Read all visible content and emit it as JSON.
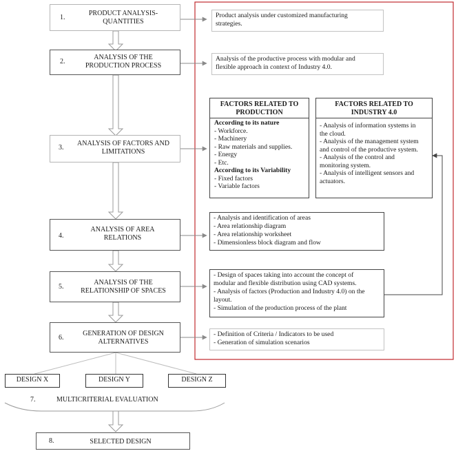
{
  "steps": [
    {
      "num": "1.",
      "title": "PRODUCT ANALYSIS-\nQUANTITIES"
    },
    {
      "num": "2.",
      "title": "ANALYSIS OF THE\nPRODUCTION PROCESS"
    },
    {
      "num": "3.",
      "title": "ANALYSIS OF FACTORS AND\nLIMITATIONS"
    },
    {
      "num": "4.",
      "title": "ANALYSIS OF AREA\nRELATIONS"
    },
    {
      "num": "5.",
      "title": "ANALYSIS OF THE\nRELATIONSHIP OF SPACES"
    },
    {
      "num": "6.",
      "title": "GENERATION OF DESIGN\nALTERNATIVES"
    },
    {
      "num": "7.",
      "title": "MULTICRITERIAL EVALUATION"
    },
    {
      "num": "8.",
      "title": "SELECTED DESIGN"
    }
  ],
  "descriptions": {
    "d1": "Product analysis under customized manufacturing\nstrategies.",
    "d2": "Analysis of the productive process with modular and\nflexible approach in context of Industry 4.0.",
    "d4": "- Analysis and identification of areas\n- Area relationship diagram\n- Area relationship worksheet\n- Dimensionless block diagram and flow",
    "d5": "- Design of spaces taking into account the concept of\nmodular and flexible distribution using CAD systems.\n- Analysis of factors (Production and Industry 4.0) on the\nlayout.\n- Simulation of the production process of the plant",
    "d6": "- Definition of Criteria / Indicators to be used\n- Generation of simulation scenarios"
  },
  "factors_production": {
    "header": "FACTORS RELATED TO\nPRODUCTION",
    "nature_label": "According to its nature",
    "nature_items": [
      "- Workforce.",
      "- Machinery",
      "- Raw materials and supplies.",
      "- Energy",
      "- Etc."
    ],
    "variability_label": "According to its Variability",
    "variability_items": [
      "- Fixed factors",
      "- Variable factors"
    ]
  },
  "factors_industry": {
    "header": "FACTORS RELATED TO\nINDUSTRY 4.0",
    "items": "- Analysis of information systems in\nthe cloud.\n- Analysis of the management system\nand control of the productive system.\n- Analysis of the control and\nmonitoring system.\n- Analysis of intelligent sensors and\nactuators."
  },
  "designs": [
    "DESIGN X",
    "DESIGN Y",
    "DESIGN Z"
  ],
  "colors": {
    "frame": "#c0282d",
    "arrow": "#8a8a8a",
    "dark_border": "#444444"
  }
}
